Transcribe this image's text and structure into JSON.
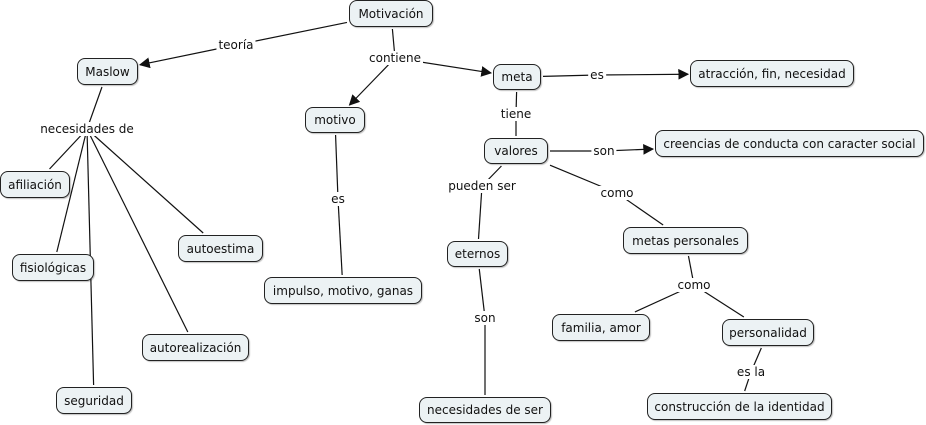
{
  "diagram": {
    "type": "concept-map",
    "nodes": [
      {
        "id": "motivacion",
        "label": "Motivación"
      },
      {
        "id": "maslow",
        "label": "Maslow"
      },
      {
        "id": "motivo",
        "label": "motivo"
      },
      {
        "id": "meta",
        "label": "meta"
      },
      {
        "id": "atraccion",
        "label": "atracción, fin, necesidad"
      },
      {
        "id": "valores",
        "label": "valores"
      },
      {
        "id": "creencias",
        "label": "creencias de conducta con caracter social"
      },
      {
        "id": "afiliacion",
        "label": "afiliación"
      },
      {
        "id": "fisiologicas",
        "label": "fisiológicas"
      },
      {
        "id": "autoestima",
        "label": "autoestima"
      },
      {
        "id": "autorealizacion",
        "label": "autorealización"
      },
      {
        "id": "seguridad",
        "label": "seguridad"
      },
      {
        "id": "impulso",
        "label": "impulso, motivo, ganas"
      },
      {
        "id": "eternos",
        "label": "eternos"
      },
      {
        "id": "necesidades_ser",
        "label": "necesidades de ser"
      },
      {
        "id": "metas_personales",
        "label": "metas personales"
      },
      {
        "id": "familia",
        "label": "familia, amor"
      },
      {
        "id": "personalidad",
        "label": "personalidad"
      },
      {
        "id": "construccion",
        "label": "construcción de la identidad"
      }
    ],
    "links": [
      {
        "id": "teoria",
        "label": "teoría",
        "from": [
          "motivacion"
        ],
        "to": [
          "maslow"
        ],
        "arrow": true
      },
      {
        "id": "contiene",
        "label": "contiene",
        "from": [
          "motivacion"
        ],
        "to": [
          "meta",
          "motivo"
        ],
        "arrow": true
      },
      {
        "id": "es_meta",
        "label": "es",
        "from": [
          "meta"
        ],
        "to": [
          "atraccion"
        ],
        "arrow": true
      },
      {
        "id": "tiene",
        "label": "tiene",
        "from": [
          "meta"
        ],
        "to": [
          "valores"
        ],
        "arrow": false
      },
      {
        "id": "son_valores",
        "label": "son",
        "from": [
          "valores"
        ],
        "to": [
          "creencias"
        ],
        "arrow": true
      },
      {
        "id": "necesidades_de",
        "label": "necesidades de",
        "from": [
          "maslow"
        ],
        "to": [
          "afiliacion",
          "fisiologicas",
          "seguridad",
          "autorealizacion",
          "autoestima"
        ],
        "arrow": false
      },
      {
        "id": "es_motivo",
        "label": "es",
        "from": [
          "motivo"
        ],
        "to": [
          "impulso"
        ],
        "arrow": false
      },
      {
        "id": "pueden_ser",
        "label": "pueden ser",
        "from": [
          "valores"
        ],
        "to": [
          "eternos"
        ],
        "arrow": false
      },
      {
        "id": "son_eternos",
        "label": "son",
        "from": [
          "eternos"
        ],
        "to": [
          "necesidades_ser"
        ],
        "arrow": false
      },
      {
        "id": "como_valores",
        "label": "como",
        "from": [
          "valores"
        ],
        "to": [
          "metas_personales"
        ],
        "arrow": false
      },
      {
        "id": "como_metas",
        "label": "como",
        "from": [
          "metas_personales"
        ],
        "to": [
          "familia",
          "personalidad"
        ],
        "arrow": false
      },
      {
        "id": "es_la",
        "label": "es la",
        "from": [
          "personalidad"
        ],
        "to": [
          "construccion"
        ],
        "arrow": false
      }
    ]
  },
  "colors": {
    "node_fill": "#ecf2f4",
    "node_border": "#222222",
    "line": "#111111"
  }
}
